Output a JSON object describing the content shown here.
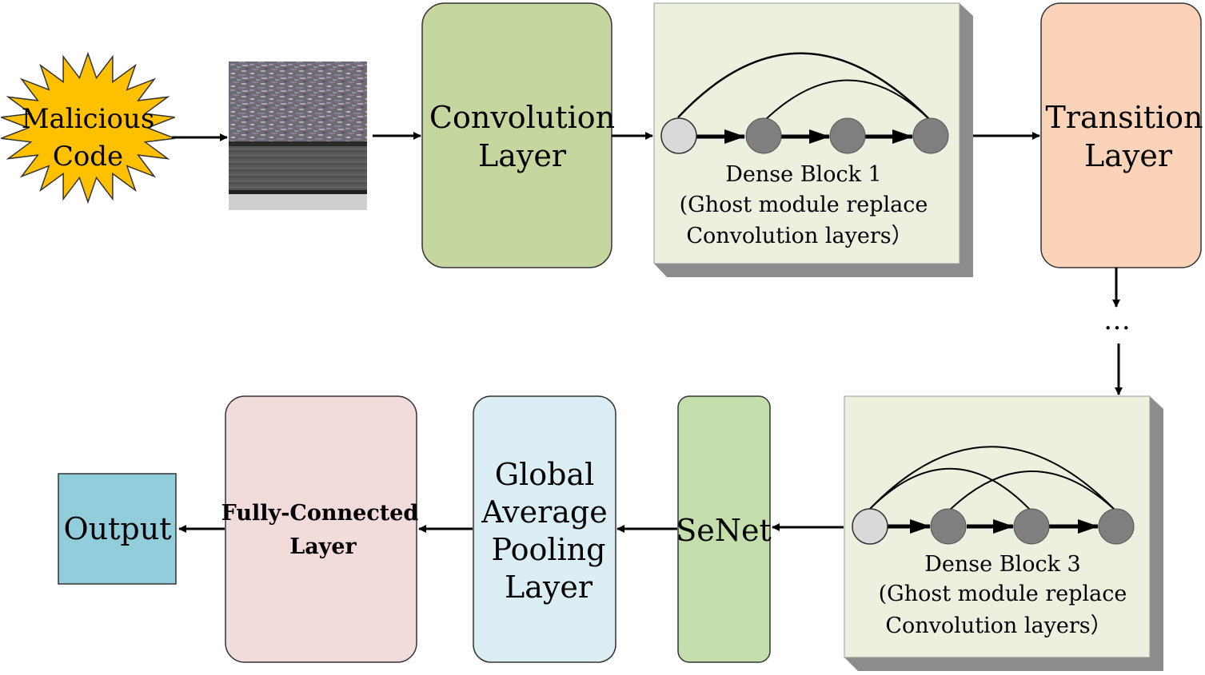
{
  "nodes": {
    "malicious_code": {
      "line1": "Malicious",
      "line2": "Code"
    },
    "conv_layer": {
      "line1": "Convolution",
      "line2": "Layer"
    },
    "dense_block_1": {
      "title": "Dense Block 1",
      "note1": "(Ghost module replace",
      "note2": "Convolution layers）"
    },
    "transition_layer": {
      "line1": "Transition",
      "line2": "Layer"
    },
    "ellipsis": "…",
    "dense_block_3": {
      "title": "Dense Block 3",
      "note1": "(Ghost module replace",
      "note2": "Convolution layers）"
    },
    "senet": "SeNet",
    "gap_layer": {
      "line1": "Global",
      "line2": "Average",
      "line3": "Pooling",
      "line4": "Layer"
    },
    "fc_layer": {
      "line1": "Fully-Connected",
      "line2": "Layer"
    },
    "output": "Output"
  },
  "colors": {
    "starburst": "#FFC000",
    "conv_layer": "#C5D69F",
    "dense_block": "#EBF1DE",
    "dense_shadow": "#8C8C8C",
    "transition_layer": "#FAD3B8",
    "senet": "#C4DFAB",
    "gap_layer": "#DAEEF3",
    "fc_layer": "#F2DCDB",
    "output": "#92CDDC",
    "node_input": "#D9D9D9",
    "node_dark": "#7F7F7F"
  }
}
